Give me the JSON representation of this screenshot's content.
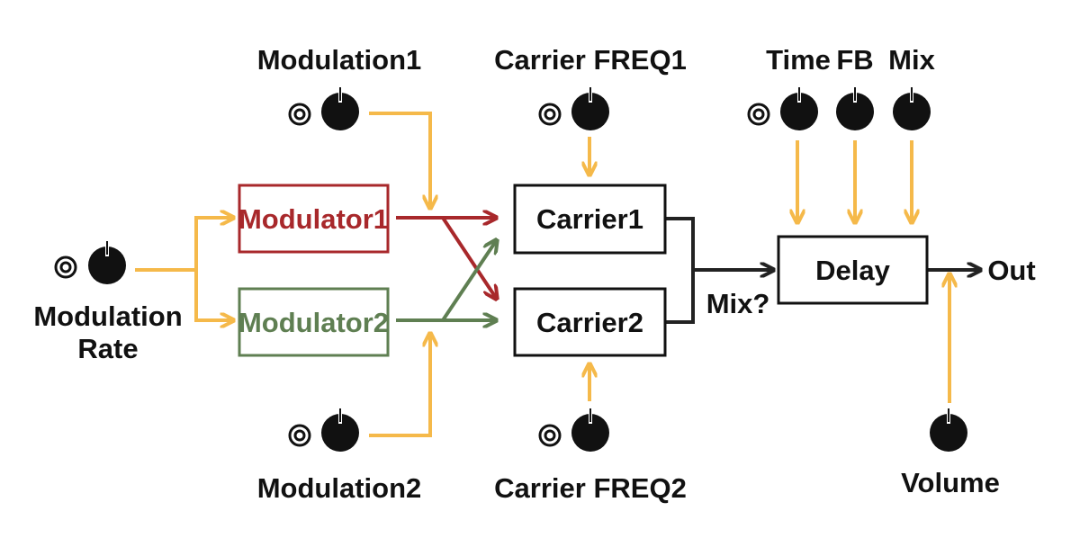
{
  "labels": {
    "modulation1": "Modulation1",
    "modulation2": "Modulation2",
    "carrier_freq1": "Carrier FREQ1",
    "carrier_freq2": "Carrier FREQ2",
    "time": "Time",
    "fb": "FB",
    "mix": "Mix",
    "modulation_rate_line1": "Modulation",
    "modulation_rate_line2": "Rate",
    "mix_question": "Mix?",
    "out": "Out",
    "volume": "Volume"
  },
  "blocks": {
    "modulator1": "Modulator1",
    "modulator2": "Modulator2",
    "carrier1": "Carrier1",
    "carrier2": "Carrier2",
    "delay": "Delay"
  },
  "colors": {
    "control_line": "#F5B94A",
    "modulator1": "#A8282B",
    "modulator2": "#5F7F52",
    "signal": "#222222",
    "knob": "#111111"
  },
  "icons": {
    "knob": "knob-icon",
    "cv_input": "cv-jack-icon"
  }
}
